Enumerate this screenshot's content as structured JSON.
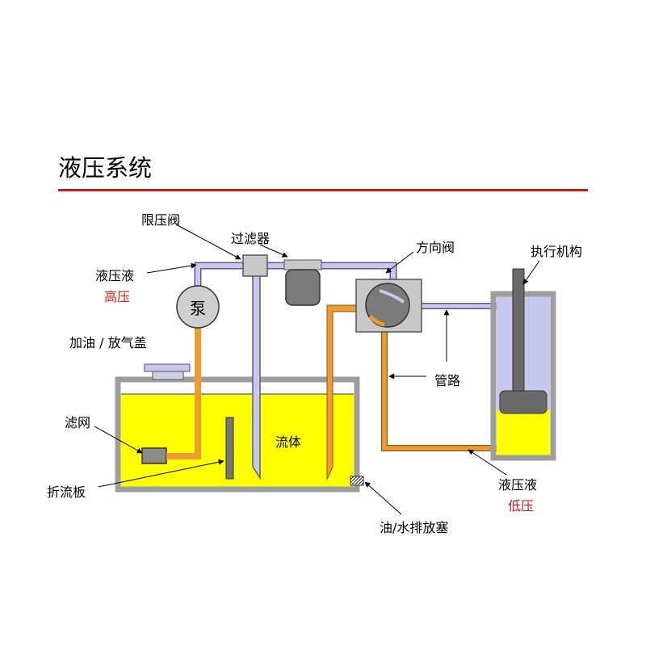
{
  "title": "液压系统",
  "labels": {
    "relief_valve": "限压阀",
    "filter": "过滤器",
    "direction_valve": "方向阀",
    "actuator": "执行机构",
    "hp_fluid": "液压液",
    "high_pressure": "高压",
    "pump": "泵",
    "filler_cap": "加油 / 放气盖",
    "pipe": "管路",
    "strainer": "滤网",
    "fluid": "流体",
    "baffle": "折流板",
    "lp_fluid": "液压液",
    "low_pressure": "低压",
    "drain_plug": "油/水排放塞"
  },
  "colors": {
    "accent_red": "#cc1a1a",
    "fluid_yellow": "#ffff00",
    "high_pressure_line": "#c8c8ee",
    "low_pressure_line": "#ee9b33",
    "wall_gray": "#9e9e9e"
  }
}
